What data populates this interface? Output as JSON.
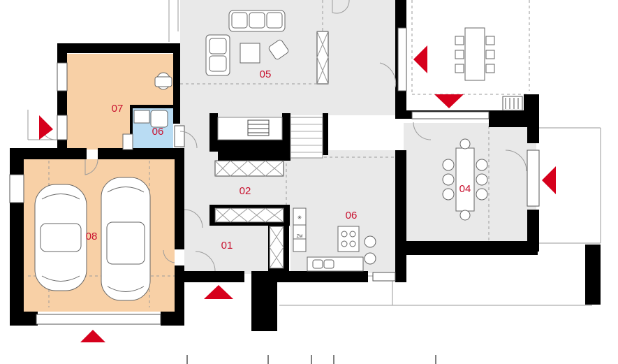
{
  "plan": {
    "colors": {
      "hall": "#e9e9e9",
      "garage": "#f8d0a6",
      "bath": "#b9dcf3",
      "wall": "#000000",
      "label": "#c8102e",
      "arrow": "#d6001c"
    },
    "rooms": [
      {
        "id": "01",
        "label": "01"
      },
      {
        "id": "02",
        "label": "02"
      },
      {
        "id": "04",
        "label": "04"
      },
      {
        "id": "05",
        "label": "05"
      },
      {
        "id": "06a",
        "label": "06"
      },
      {
        "id": "06b",
        "label": "06"
      },
      {
        "id": "07",
        "label": "07"
      },
      {
        "id": "08",
        "label": "08"
      }
    ],
    "fixtures": {
      "zm": "ZM"
    }
  }
}
